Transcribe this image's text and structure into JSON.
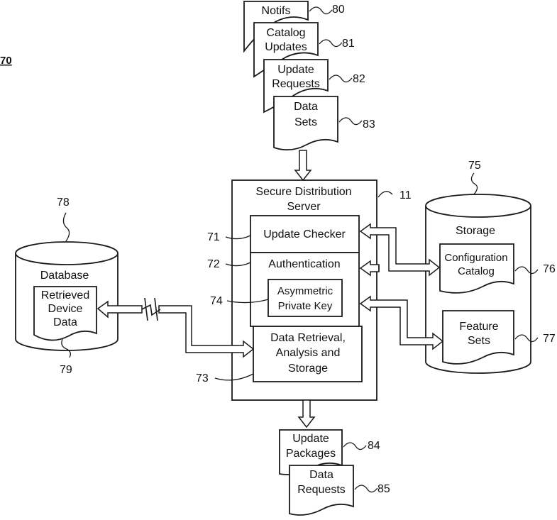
{
  "figure_ref": "70",
  "input_docs": {
    "notifs": {
      "label": [
        "Notifs"
      ],
      "ref": "80"
    },
    "catalog_updates": {
      "label": [
        "Catalog",
        "Updates"
      ],
      "ref": "81"
    },
    "update_requests": {
      "label": [
        "Update",
        "Requests"
      ],
      "ref": "82"
    },
    "data_sets": {
      "label": [
        "Data",
        "Sets"
      ],
      "ref": "83"
    }
  },
  "server": {
    "title": [
      "Secure Distribution",
      "Server"
    ],
    "ref": "11",
    "update_checker": {
      "label": "Update Checker",
      "ref": "71"
    },
    "authentication": {
      "label": "Authentication",
      "ref": "72"
    },
    "private_key": {
      "label": [
        "Asymmetric",
        "Private Key"
      ],
      "ref": "74"
    },
    "data_retrieval": {
      "label": [
        "Data Retrieval,",
        "Analysis and",
        "Storage"
      ],
      "ref": "73"
    }
  },
  "database": {
    "label": "Database",
    "ref": "78",
    "doc": {
      "label": [
        "Retrieved",
        "Device",
        "Data"
      ],
      "ref": "79"
    }
  },
  "storage": {
    "label": "Storage",
    "ref": "75",
    "config_catalog": {
      "label": [
        "Configuration",
        "Catalog"
      ],
      "ref": "76"
    },
    "feature_sets": {
      "label": [
        "Feature",
        "Sets"
      ],
      "ref": "77"
    }
  },
  "output_docs": {
    "update_packages": {
      "label": [
        "Update",
        "Packages"
      ],
      "ref": "84"
    },
    "data_requests": {
      "label": [
        "Data",
        "Requests"
      ],
      "ref": "85"
    }
  }
}
